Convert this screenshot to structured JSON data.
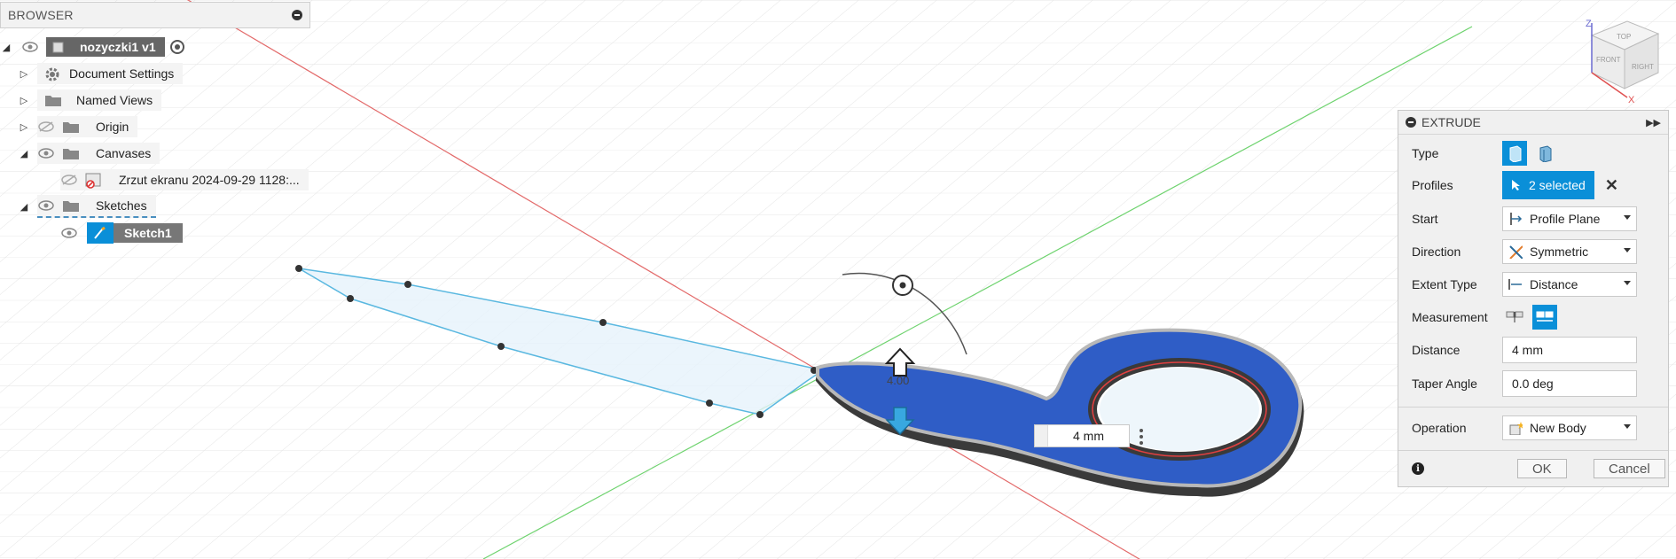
{
  "browser": {
    "title": "BROWSER",
    "root": "nozyczki1 v1",
    "items": [
      {
        "label": "Document Settings"
      },
      {
        "label": "Named Views"
      },
      {
        "label": "Origin"
      },
      {
        "label": "Canvases"
      },
      {
        "label": "Zrzut ekranu 2024-09-29 1128:..."
      },
      {
        "label": "Sketches"
      },
      {
        "label": "Sketch1"
      }
    ]
  },
  "viewcube": {
    "top": "TOP",
    "front": "FRONT",
    "right": "RIGHT",
    "axis_z": "Z",
    "axis_x": "X"
  },
  "viewport": {
    "dimension_label": "4.00",
    "dimension_input": "4 mm"
  },
  "extrude": {
    "title": "EXTRUDE",
    "type_label": "Type",
    "profiles_label": "Profiles",
    "profiles_value": "2 selected",
    "start_label": "Start",
    "start_value": "Profile Plane",
    "direction_label": "Direction",
    "direction_value": "Symmetric",
    "extent_label": "Extent Type",
    "extent_value": "Distance",
    "measurement_label": "Measurement",
    "distance_label": "Distance",
    "distance_value": "4 mm",
    "taper_label": "Taper Angle",
    "taper_value": "0.0 deg",
    "operation_label": "Operation",
    "operation_value": "New Body",
    "ok_label": "OK",
    "cancel_label": "Cancel"
  },
  "colors": {
    "accent": "#0a8fd8",
    "body": "#2f5dc6",
    "x_axis": "#e05050",
    "y_axis": "#40c040"
  }
}
